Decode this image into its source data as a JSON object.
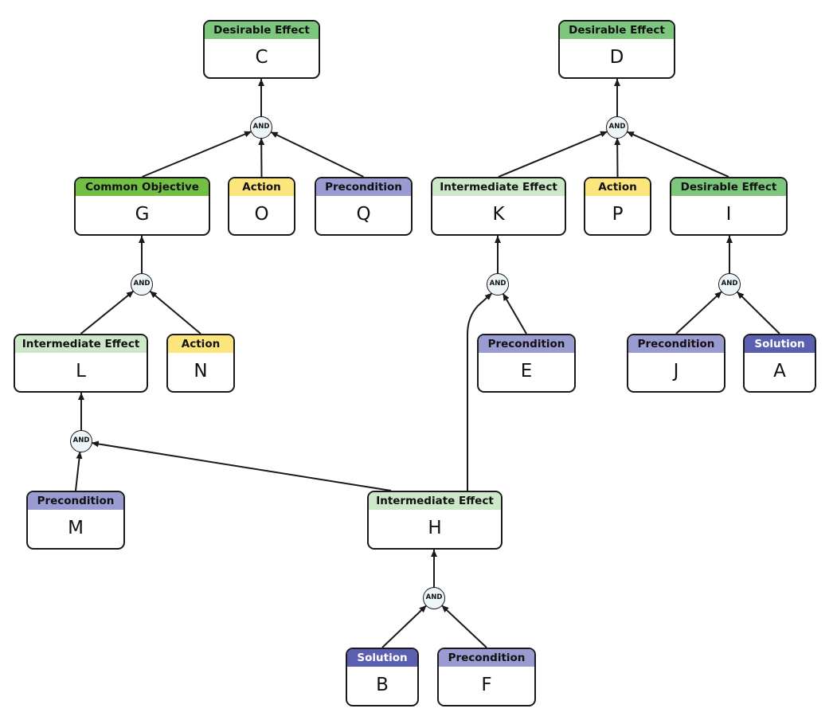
{
  "colors": {
    "desirable_effect": "#7cc77d",
    "common_objective": "#72bf44",
    "action": "#fde57e",
    "precondition": "#9a9bd0",
    "intermediate_effect": "#cce8c8",
    "solution": "#5b5fb0",
    "gate_fill": "#eef5f8",
    "stroke": "#1a1a1a"
  },
  "gate_label": "AND",
  "nodes": {
    "C": {
      "type": "Desirable Effect",
      "label": "C"
    },
    "D": {
      "type": "Desirable Effect",
      "label": "D"
    },
    "G": {
      "type": "Common Objective",
      "label": "G"
    },
    "O": {
      "type": "Action",
      "label": "O"
    },
    "Q": {
      "type": "Precondition",
      "label": "Q"
    },
    "K": {
      "type": "Intermediate Effect",
      "label": "K"
    },
    "P": {
      "type": "Action",
      "label": "P"
    },
    "I": {
      "type": "Desirable Effect",
      "label": "I"
    },
    "L": {
      "type": "Intermediate Effect",
      "label": "L"
    },
    "N": {
      "type": "Action",
      "label": "N"
    },
    "E": {
      "type": "Precondition",
      "label": "E"
    },
    "J": {
      "type": "Precondition",
      "label": "J"
    },
    "A": {
      "type": "Solution",
      "label": "A"
    },
    "M": {
      "type": "Precondition",
      "label": "M"
    },
    "H": {
      "type": "Intermediate Effect",
      "label": "H"
    },
    "B": {
      "type": "Solution",
      "label": "B"
    },
    "F": {
      "type": "Precondition",
      "label": "F"
    }
  },
  "relations": [
    {
      "gate": "AND",
      "inputs": [
        "G",
        "O",
        "Q"
      ],
      "output": "C"
    },
    {
      "gate": "AND",
      "inputs": [
        "K",
        "P",
        "I"
      ],
      "output": "D"
    },
    {
      "gate": "AND",
      "inputs": [
        "L",
        "N"
      ],
      "output": "G"
    },
    {
      "gate": "AND",
      "inputs": [
        "H",
        "E"
      ],
      "output": "K"
    },
    {
      "gate": "AND",
      "inputs": [
        "J",
        "A"
      ],
      "output": "I"
    },
    {
      "gate": "AND",
      "inputs": [
        "M",
        "H"
      ],
      "output": "L"
    },
    {
      "gate": "AND",
      "inputs": [
        "B",
        "F"
      ],
      "output": "H"
    }
  ]
}
